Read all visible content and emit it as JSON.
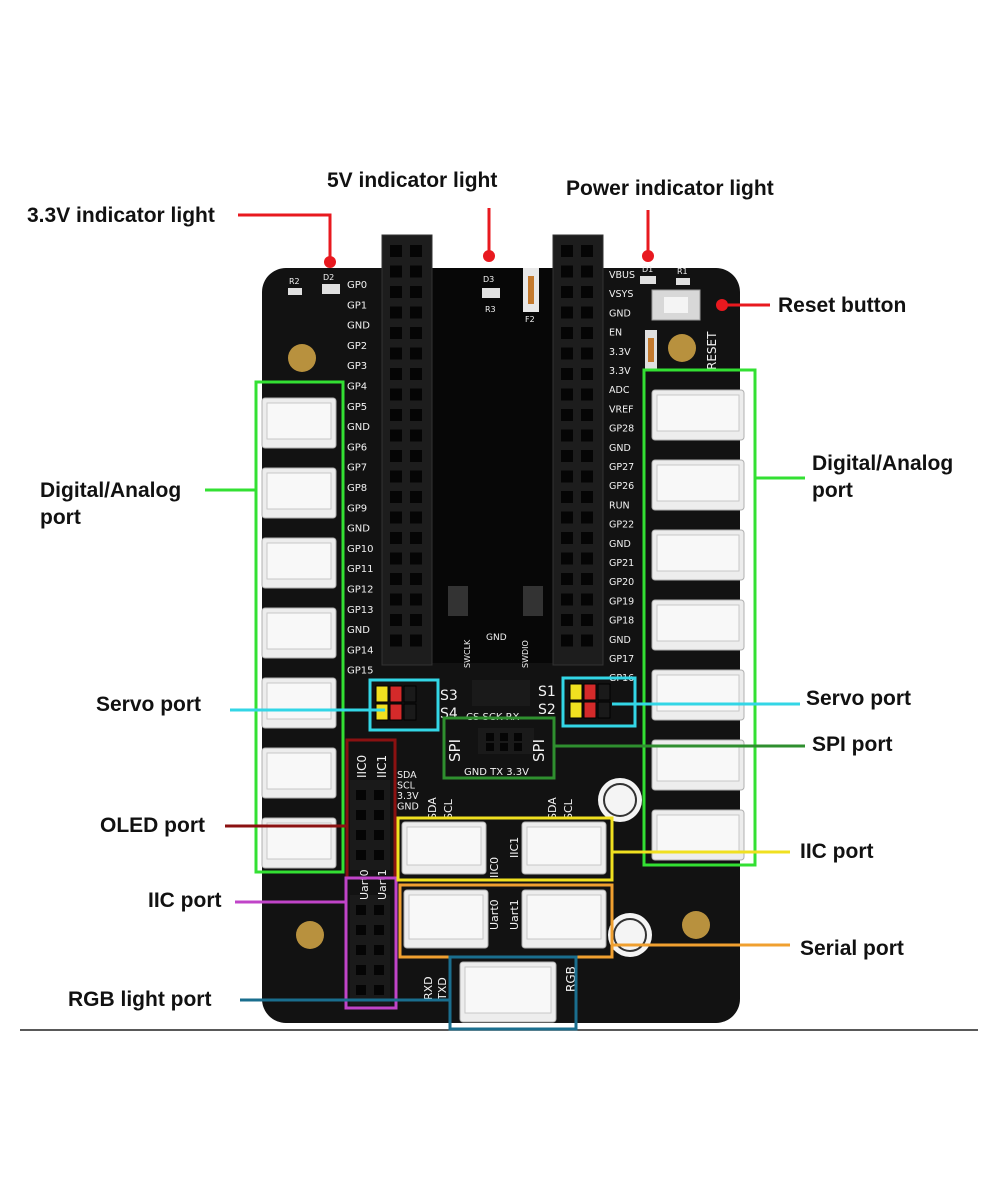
{
  "colors": {
    "red": "#e8191f",
    "green": "#33e033",
    "cyan": "#33d6e6",
    "dark_green": "#2f8f2f",
    "dark_red": "#8b1111",
    "yellow": "#f0e020",
    "magenta": "#c044c8",
    "orange": "#f0a030",
    "teal": "#1a6e8e",
    "board": "#121212"
  },
  "labels": {
    "v33_indicator": "3.3V indicator light",
    "v5_indicator": "5V indicator light",
    "power_indicator": "Power indicator light",
    "reset_button": "Reset button",
    "digital_analog_left_1": "Digital/Analog",
    "digital_analog_left_2": "port",
    "digital_analog_right_1": "Digital/Analog",
    "digital_analog_right_2": "port",
    "servo_left": "Servo port",
    "servo_right": "Servo port",
    "spi": "SPI port",
    "oled": "OLED port",
    "iic_left": "IIC port",
    "iic_right": "IIC port",
    "serial": "Serial port",
    "rgb": "RGB light port"
  },
  "silkscreen": {
    "left_gp": [
      "GP0",
      "GP1",
      "GND",
      "GP2",
      "GP3",
      "GP4",
      "GP5",
      "GND",
      "GP6",
      "GP7",
      "GP8",
      "GP9",
      "GND",
      "GP10",
      "GP11",
      "GP12",
      "GP13",
      "GND",
      "GP14",
      "GP15"
    ],
    "right_gp": [
      "VBUS",
      "VSYS",
      "GND",
      "EN",
      "3.3V",
      "3.3V",
      "ADC",
      "VREF",
      "GP28",
      "GND",
      "GP27",
      "GP26",
      "RUN",
      "GP22",
      "GND",
      "GP21",
      "GP20",
      "GP19",
      "GP18",
      "GND",
      "GP17",
      "GP16"
    ],
    "servo_s3": "S3",
    "servo_s4": "S4",
    "servo_s1": "S1",
    "servo_s2": "S2",
    "spi_top": "CS SCK RX",
    "spi_bottom": "GND TX 3.3V",
    "spi_left": "SPI",
    "spi_right": "SPI",
    "iic0": "IIC0",
    "iic1": "IIC1",
    "oled_pins": [
      "SDA",
      "SCL",
      "3.3V",
      "GND"
    ],
    "sda": "SDA",
    "scl": "SCL",
    "uart0": "Uart0",
    "uart1": "Uart1",
    "rxd": "RXD",
    "txd": "TXD",
    "rgb": "RGB",
    "reset": "RESET",
    "gnd": "GND",
    "swclk": "SWCLK",
    "swdio": "SWDIO",
    "d3": "D3",
    "r3": "R3",
    "f2": "F2",
    "d2": "D2",
    "r2": "R2",
    "d1": "D1",
    "r1": "R1"
  }
}
